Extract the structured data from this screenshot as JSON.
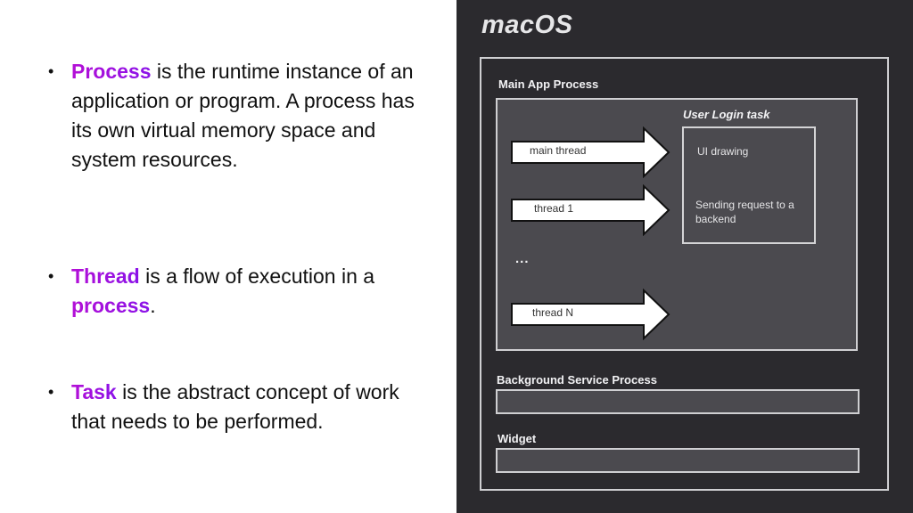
{
  "bullets": {
    "process": {
      "term": "Process",
      "text": " is the runtime instance of an application or program. A process has its own virtual memory space and system resources."
    },
    "thread": {
      "term": "Thread",
      "text_before": " is a flow of execution in a ",
      "term2": "process",
      "text_after": "."
    },
    "task": {
      "term": "Task",
      "text": " is the abstract concept of work that needs to be performed."
    },
    "bullet_char": "•"
  },
  "diagram": {
    "os_title": "macOS",
    "main_app_process": "Main App Process",
    "user_login_task": "User Login task",
    "task_items": [
      "UI drawing",
      "Sending request to a backend"
    ],
    "threads": [
      "main thread",
      "thread 1",
      "thread N"
    ],
    "ellipsis": "...",
    "background_service_process": "Background Service Process",
    "widget": "Widget"
  },
  "colors": {
    "accent_gradient_start": "#b40fd6",
    "accent_gradient_end": "#8a12e8",
    "panel_background": "#2b2a2e",
    "inner_box_background": "#4b4a4f",
    "border": "#cfcfd2"
  }
}
